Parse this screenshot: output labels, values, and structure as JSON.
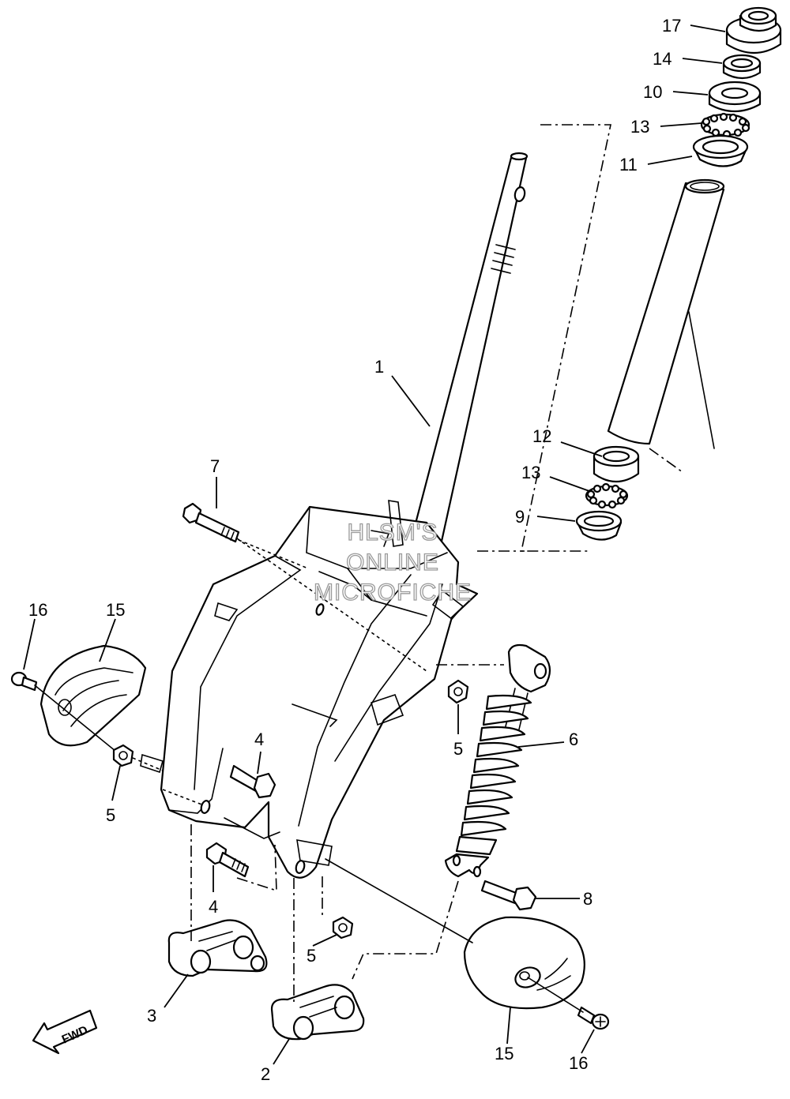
{
  "watermark": {
    "line1": "HLSM'S",
    "line2": "ONLINE",
    "line3": "MICROFICHE"
  },
  "fwd_label": "FWD",
  "callouts": [
    {
      "id": "c17",
      "label": "17"
    },
    {
      "id": "c14",
      "label": "14"
    },
    {
      "id": "c10",
      "label": "10"
    },
    {
      "id": "c13a",
      "label": "13"
    },
    {
      "id": "c11",
      "label": "11"
    },
    {
      "id": "c1",
      "label": "1"
    },
    {
      "id": "c12",
      "label": "12"
    },
    {
      "id": "c13b",
      "label": "13"
    },
    {
      "id": "c9",
      "label": "9"
    },
    {
      "id": "c7",
      "label": "7"
    },
    {
      "id": "c16a",
      "label": "16"
    },
    {
      "id": "c15a",
      "label": "15"
    },
    {
      "id": "c5a",
      "label": "5"
    },
    {
      "id": "c4a",
      "label": "4"
    },
    {
      "id": "c5b",
      "label": "5"
    },
    {
      "id": "c6",
      "label": "6"
    },
    {
      "id": "c4b",
      "label": "4"
    },
    {
      "id": "c8",
      "label": "8"
    },
    {
      "id": "c5c",
      "label": "5"
    },
    {
      "id": "c3",
      "label": "3"
    },
    {
      "id": "c2",
      "label": "2"
    },
    {
      "id": "c15b",
      "label": "15"
    },
    {
      "id": "c16b",
      "label": "16"
    }
  ]
}
